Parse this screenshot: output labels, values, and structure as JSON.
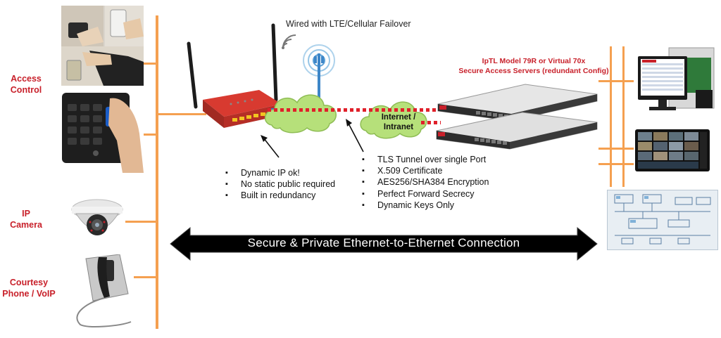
{
  "left_devices": {
    "access_control_label": "Access\nControl",
    "ip_camera_label": "IP\nCamera",
    "phone_label": "Courtesy\nPhone / VoIP"
  },
  "wireless_label": "Wired with LTE/Cellular Failover",
  "cloud_label": "Internet /\nIntranet",
  "server_title": "IpTL Model 79R or Virtual 70x\nSecure Access Servers (redundant  Config)",
  "router_bullets": [
    "Dynamic IP ok!",
    "No static public required",
    "Built in redundancy"
  ],
  "tunnel_bullets": [
    "TLS Tunnel over single Port",
    "X.509 Certificate",
    "AES256/SHA384 Encryption",
    "Perfect Forward Secrecy",
    "Dynamic Keys Only"
  ],
  "banner_label": "Secure & Private Ethernet-to-Ethernet Connection",
  "colors": {
    "bus_orange": "#f5a050",
    "tunnel_red": "#e0202a",
    "cloud_green": "#b6e07a",
    "label_red": "#c8202a",
    "banner_black": "#000000"
  }
}
